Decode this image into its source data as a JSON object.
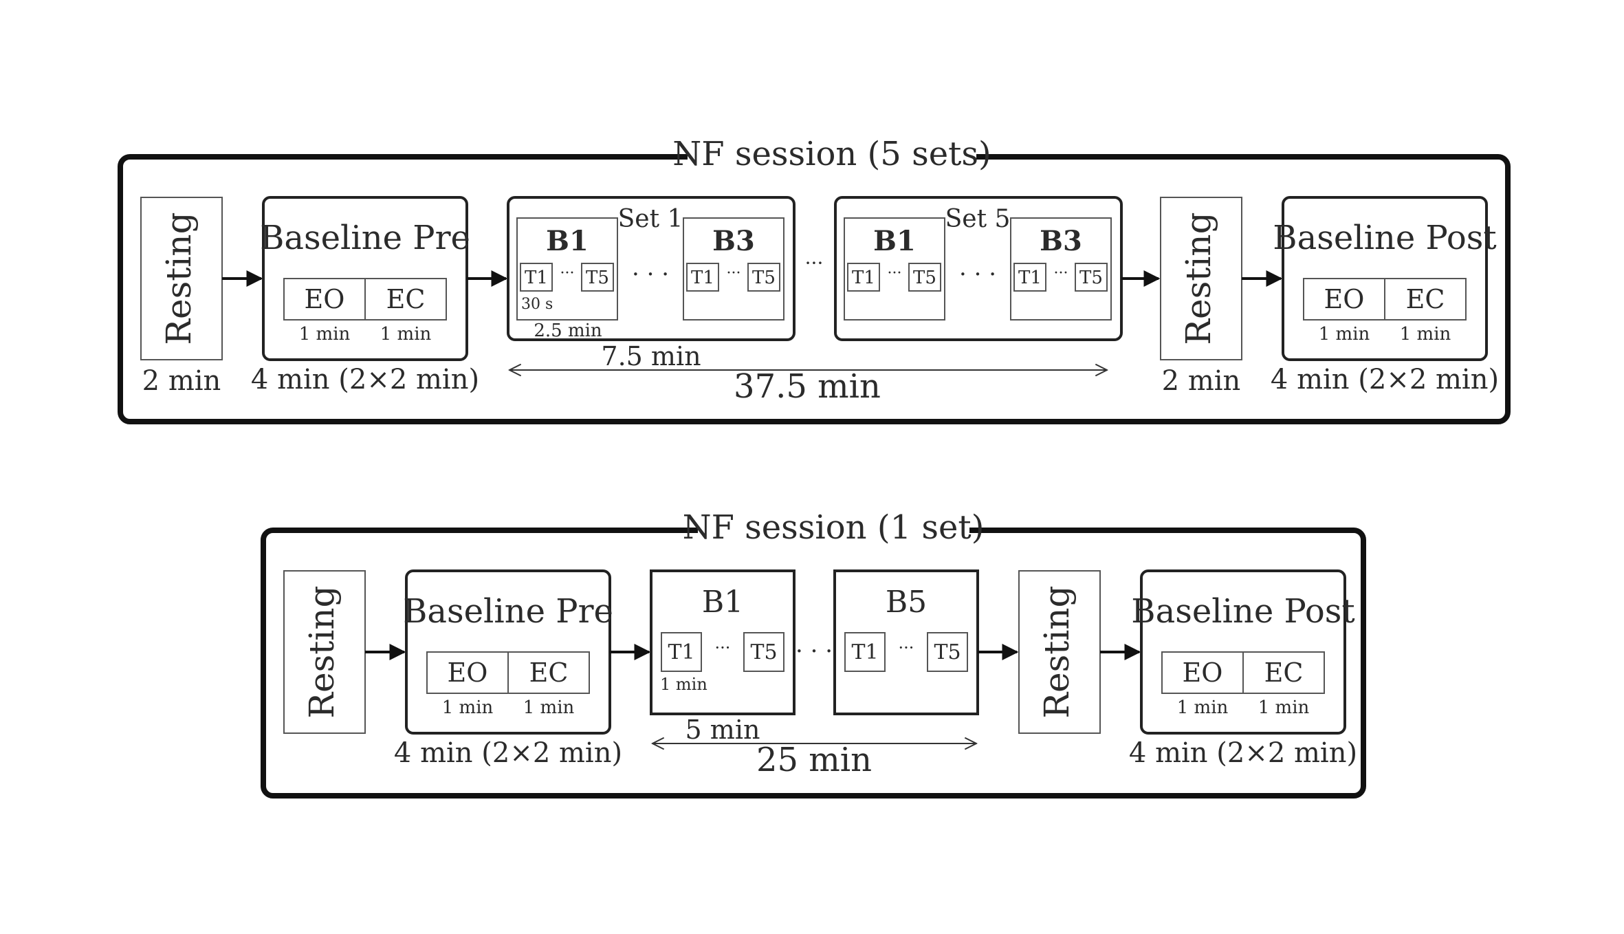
{
  "top": {
    "title": "NF session (5 sets)",
    "resting_pre": {
      "label": "Resting",
      "duration": "2 min"
    },
    "baseline_pre": {
      "label": "Baseline Pre",
      "eo": "EO",
      "ec": "EC",
      "eo_dur": "1 min",
      "ec_dur": "1 min",
      "duration": "4 min (2×2 min)"
    },
    "set1": {
      "label": "Set 1",
      "b_first": "B1",
      "b_last": "B3",
      "t_first": "T1",
      "t_last": "T5",
      "trial_dur": "30 s",
      "block_dur": "2.5 min"
    },
    "set5": {
      "label": "Set 5",
      "b_first": "B1",
      "b_last": "B3",
      "t_first": "T1",
      "t_last": "T5"
    },
    "set_dur": "7.5 min",
    "total_dur": "37.5 min",
    "resting_post": {
      "label": "Resting",
      "duration": "2 min"
    },
    "baseline_post": {
      "label": "Baseline Post",
      "eo": "EO",
      "ec": "EC",
      "eo_dur": "1 min",
      "ec_dur": "1 min",
      "duration": "4 min (2×2 min)"
    }
  },
  "bottom": {
    "title": "NF session (1 set)",
    "resting_pre": {
      "label": "Resting"
    },
    "baseline_pre": {
      "label": "Baseline Pre",
      "eo": "EO",
      "ec": "EC",
      "eo_dur": "1 min",
      "ec_dur": "1 min",
      "duration": "4 min (2×2 min)"
    },
    "block_first": {
      "label": "B1",
      "t_first": "T1",
      "t_last": "T5",
      "trial_dur": "1 min"
    },
    "block_last": {
      "label": "B5",
      "t_first": "T1",
      "t_last": "T5"
    },
    "block_dur": "5 min",
    "total_dur": "25 min",
    "resting_post": {
      "label": "Resting"
    },
    "baseline_post": {
      "label": "Baseline Post",
      "eo": "EO",
      "ec": "EC",
      "eo_dur": "1 min",
      "ec_dur": "1 min",
      "duration": "4 min (2×2 min)"
    }
  },
  "symbols": {
    "ellipsis": "· · ·",
    "small_ellipsis": "···"
  }
}
